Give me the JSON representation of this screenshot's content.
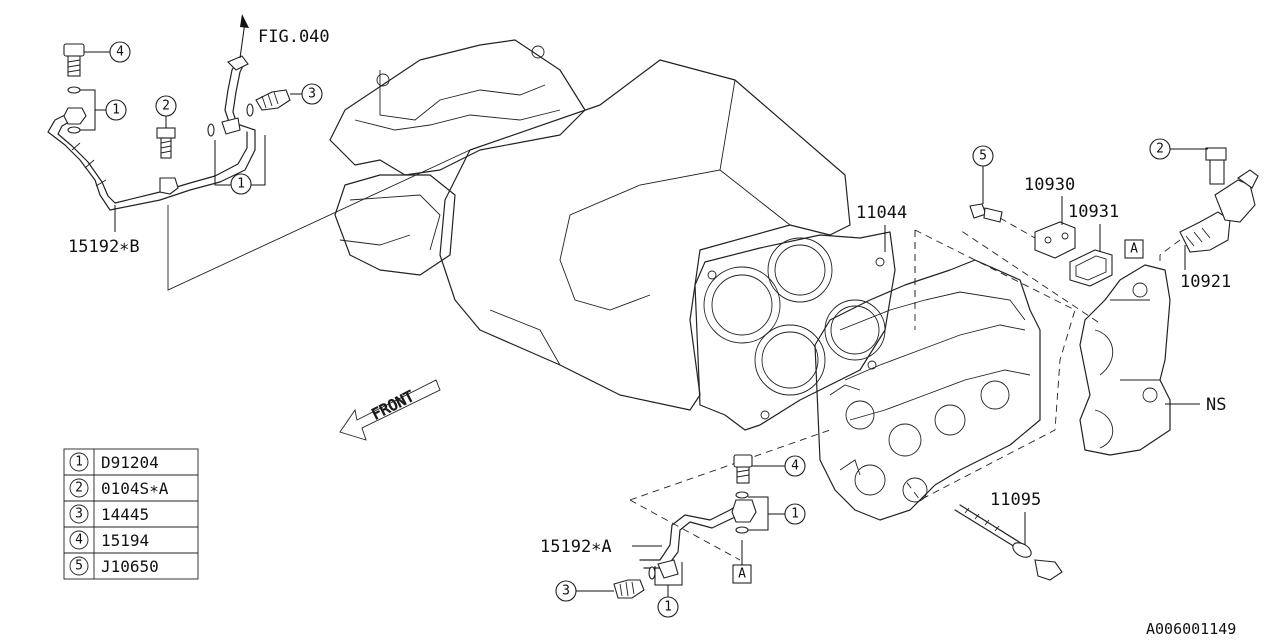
{
  "callouts": {
    "fig_ref": "FIG.040",
    "front_label": "FRONT",
    "n1": "1",
    "n2": "2",
    "n3": "3",
    "n4": "4",
    "n5": "5",
    "box_a": "A"
  },
  "part_labels": {
    "p15192_b": "15192∗B",
    "p15192_a": "15192∗A",
    "p11044": "11044",
    "p10930": "10930",
    "p10931": "10931",
    "p10921": "10921",
    "ns": "NS",
    "p11095": "11095"
  },
  "legend": [
    {
      "num": "1",
      "part": "D91204"
    },
    {
      "num": "2",
      "part": "0104S∗A"
    },
    {
      "num": "3",
      "part": "14445"
    },
    {
      "num": "4",
      "part": "15194"
    },
    {
      "num": "5",
      "part": "J10650"
    }
  ],
  "diagram_code": "A006001149"
}
